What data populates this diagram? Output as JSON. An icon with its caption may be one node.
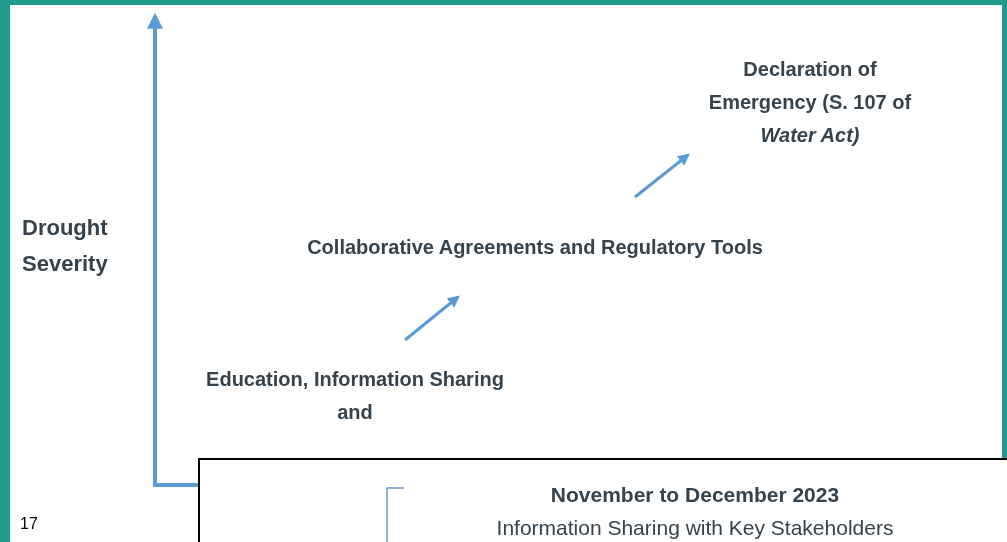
{
  "diagram": {
    "nodes": [
      {
        "text": [
          "Education, Information Sharing and"
        ]
      },
      {
        "text": [
          "Collaborative Agreements and Regulatory Tools"
        ]
      },
      {
        "text": [
          "Declaration of Emergency (S. 107 of *Water Act)*"
        ]
      },
      {
        "text": [
          "November to December 2023",
          "Information Sharing with Key Stakeholders"
        ]
      }
    ],
    "edges": [
      {
        "from": 0,
        "to": 1,
        "arrow": "to"
      },
      {
        "from": 1,
        "to": 2,
        "arrow": "to"
      }
    ],
    "labels": [
      "Drought Severity",
      "17"
    ]
  }
}
